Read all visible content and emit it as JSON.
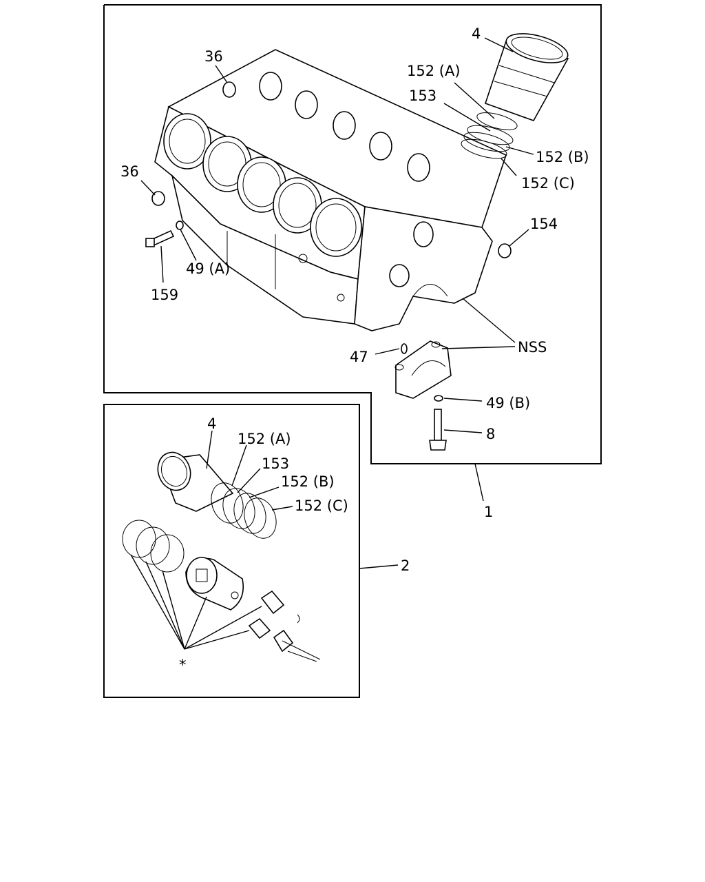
{
  "callouts": {
    "c4_top": "4",
    "c36_top": "36",
    "c152a_top": "152 (A)",
    "c153_top": "153",
    "c152b_top": "152 (B)",
    "c152c_top": "152 (C)",
    "c36_left": "36",
    "c154": "154",
    "c49a": "49 (A)",
    "c159": "159",
    "cnss": "NSS",
    "c47": "47",
    "c49b": "49 (B)",
    "c8": "8",
    "c1": "1",
    "c4_bot": "4",
    "c152a_bot": "152 (A)",
    "c153_bot": "153",
    "c152b_bot": "152 (B)",
    "c152c_bot": "152 (C)",
    "c2": "2",
    "asterisk": "*"
  },
  "icons": {
    "cylinder_block": "engine-block-drawing",
    "piston_assembly": "piston-drawing",
    "liner": "cylinder-liner-drawing"
  }
}
